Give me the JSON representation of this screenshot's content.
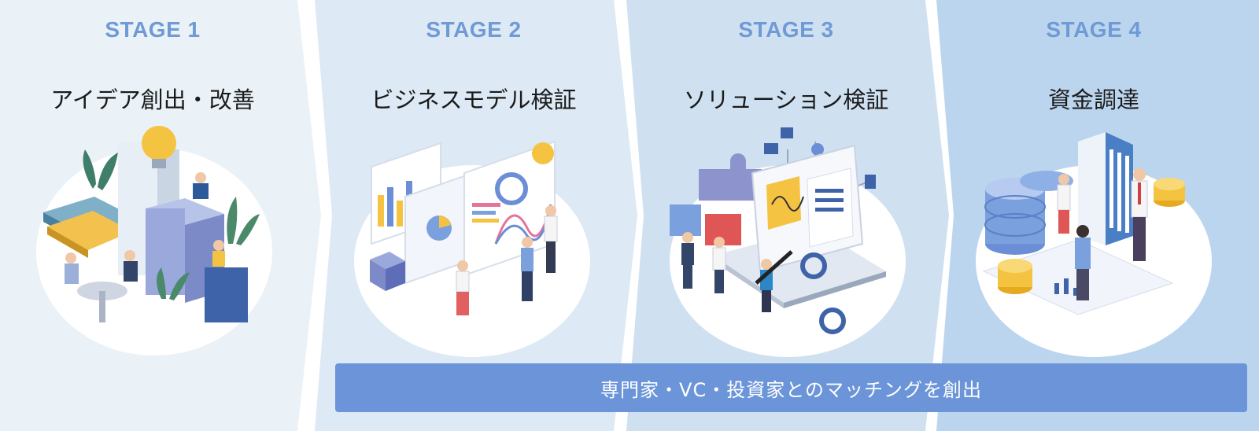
{
  "colors": {
    "stage_label": "#6f9ad6",
    "panel_bg": [
      "#eaf2f7",
      "#dde9f4",
      "#cfe1f1",
      "#bcd5ee"
    ],
    "banner_bg": "#6b95d8",
    "banner_text": "#ffffff",
    "title_text": "#1a1a1a"
  },
  "stages": [
    {
      "label": "STAGE 1",
      "title": "アイデア創出・改善",
      "icon": "idea-lightbulb-team-icon"
    },
    {
      "label": "STAGE 2",
      "title": "ビジネスモデル検証",
      "icon": "analytics-dashboard-icon"
    },
    {
      "label": "STAGE 3",
      "title": "ソリューション検証",
      "icon": "puzzle-laptop-solution-icon"
    },
    {
      "label": "STAGE 4",
      "title": "資金調達",
      "icon": "coins-building-funding-icon"
    }
  ],
  "banner": {
    "text": "専門家・VC・投資家とのマッチングを創出"
  }
}
